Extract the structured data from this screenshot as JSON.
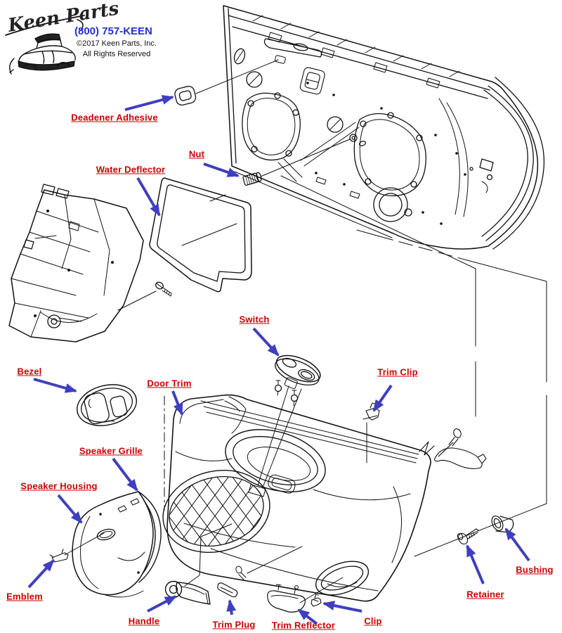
{
  "branding": {
    "logo_text": "Keen Parts",
    "phone": "(800) 757-KEEN",
    "copyright_line1": "©2017 Keen Parts, Inc.",
    "copyright_line2": "All Rights Reserved"
  },
  "callouts": [
    {
      "id": "deadener-adhesive",
      "label": "Deadener Adhesive"
    },
    {
      "id": "water-deflector",
      "label": "Water Deflector"
    },
    {
      "id": "nut",
      "label": "Nut"
    },
    {
      "id": "switch",
      "label": "Switch"
    },
    {
      "id": "trim-clip",
      "label": "Trim Clip"
    },
    {
      "id": "bezel",
      "label": "Bezel"
    },
    {
      "id": "door-trim",
      "label": "Door Trim"
    },
    {
      "id": "speaker-grille",
      "label": "Speaker Grille"
    },
    {
      "id": "speaker-housing",
      "label": "Speaker Housing"
    },
    {
      "id": "emblem",
      "label": "Emblem"
    },
    {
      "id": "handle",
      "label": "Handle"
    },
    {
      "id": "trim-plug",
      "label": "Trim Plug"
    },
    {
      "id": "trim-reflector",
      "label": "Trim Reflector"
    },
    {
      "id": "clip",
      "label": "Clip"
    },
    {
      "id": "retainer",
      "label": "Retainer"
    },
    {
      "id": "bushing",
      "label": "Bushing"
    }
  ],
  "colors": {
    "callout_red": "#cc0000",
    "arrow_blue": "#3f3fc0",
    "phone_blue": "#2230cc",
    "line_black": "#111111"
  }
}
